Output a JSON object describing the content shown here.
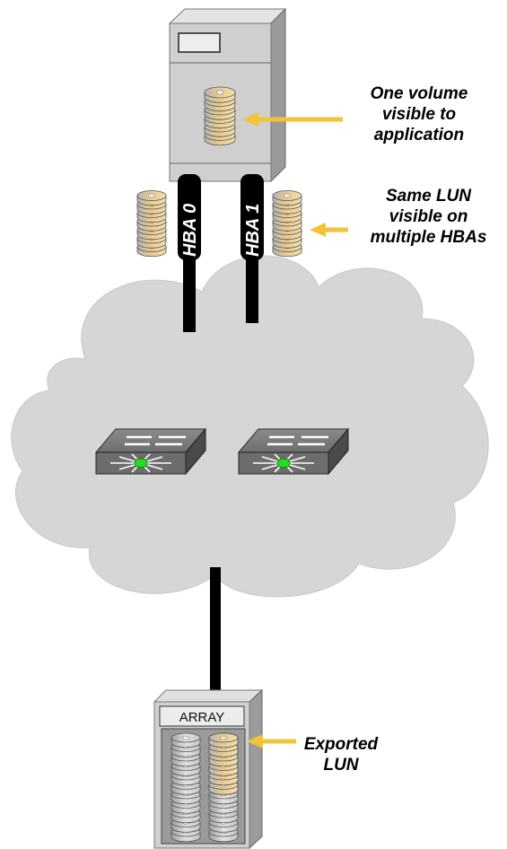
{
  "labels": {
    "volume": [
      "One volume",
      "visible to",
      "application"
    ],
    "lun": [
      "Same LUN",
      "visible on",
      "multiple HBAs"
    ],
    "exported": [
      "Exported",
      "LUN"
    ]
  },
  "hba": [
    "HBA 0",
    "HBA 1"
  ],
  "array_title": "ARRAY",
  "colors": {
    "arrow": "#f4c237",
    "cloud": "#d6d6d6",
    "server": "#d0d0d0",
    "disk_gold": "#e8c98e",
    "disk_gray": "#cfcfcf",
    "switch_led": "#22dd22"
  }
}
